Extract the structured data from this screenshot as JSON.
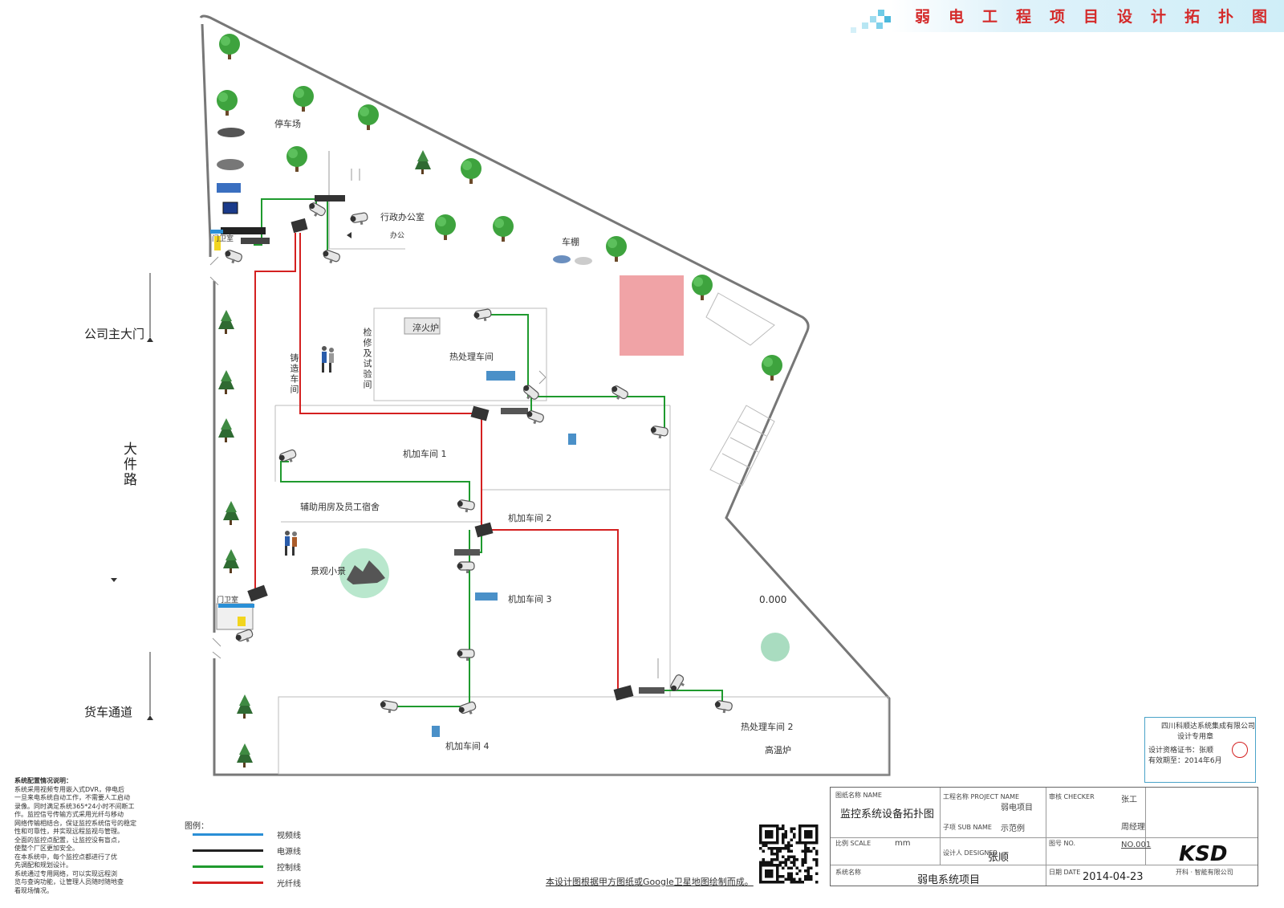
{
  "header": {
    "title": "弱电工程项目设计拓扑图"
  },
  "areas": {
    "parking": "停车场",
    "office": "行政办公室",
    "office_sub": "办公",
    "sales": "车棚",
    "main_gate": "公司主大门",
    "road": "大件路",
    "truck_lane": "货车通道",
    "guard1": "门卫室",
    "guard2": "门卫室",
    "quench": "淬火炉",
    "heat1": "热处理车间",
    "machining1": "机加车间 1",
    "machining2": "机加车间 2",
    "machining3": "机加车间 3",
    "machining4": "机加车间 4",
    "heat2": "热处理车间 2",
    "aux_rooms": "辅助用房及员工宿舍",
    "garden": "景观小景",
    "workshop_side": "铸造车间",
    "inspection": "检修及试验间",
    "furnace2": "高温炉",
    "elevation": "0.000"
  },
  "notes": {
    "title": "系统配置情况说明：",
    "lines": [
      "系统采用视频专用嵌入式DVR，停电后",
      "一旦来电系统自动工作，不需要人工启动",
      "录像。同时满足系统365*24小时不间断工",
      "作。监控信号传输方式采用光纤与移动",
      "网络传输相结合，保证监控系统信号的稳定",
      "性和可靠性，并实现远程监视与管理。",
      "全面的监控点配置，让监控没有盲点，",
      "使整个厂区更加安全。",
      "在本系统中，每个监控点都进行了优",
      "先调配和规划设计。",
      "系统通过专用网络，可以实现远程浏",
      "览与查询功能，让管理人员随时随地查",
      "看现场情况。"
    ]
  },
  "legend": {
    "title": "图例：",
    "items": [
      {
        "label": "视频线",
        "color": "#2a8fd6"
      },
      {
        "label": "电源线",
        "color": "#222222"
      },
      {
        "label": "控制线",
        "color": "#1f9a2e"
      },
      {
        "label": "光纤线",
        "color": "#d42020"
      }
    ]
  },
  "footer": {
    "source_note": "本设计图根据甲方图纸或Google卫星地图绘制而成。"
  },
  "title_block": {
    "drawing_name_label": "图纸名称 NAME",
    "drawing_name": "监控系统设备拓扑图",
    "scale_label": "比例 SCALE",
    "scale": "mm",
    "project_label": "工程名称 PROJECT NAME",
    "project": "弱电项目",
    "sub_label": "子项 SUB NAME",
    "sub": "示范例",
    "designer_label": "设计人 DESIGNER",
    "designer": "张顺",
    "checker_label": "审核 CHECKER",
    "checker": "张工",
    "approver": "周经理",
    "number_label": "图号 NO.",
    "number": "NO.001",
    "system_label": "系统名称",
    "system": "弱电系统项目",
    "date_label": "日期 DATE",
    "date": "2014-04-23",
    "company_logo": "KSD",
    "company_line": "开科 · 智能有限公司"
  },
  "stamp": {
    "line1": "四川科顺达系统集成有限公司",
    "line2": "设计专用章",
    "line3": "设计资格证书：张顺",
    "line4": "有效期至：2014年6月"
  }
}
